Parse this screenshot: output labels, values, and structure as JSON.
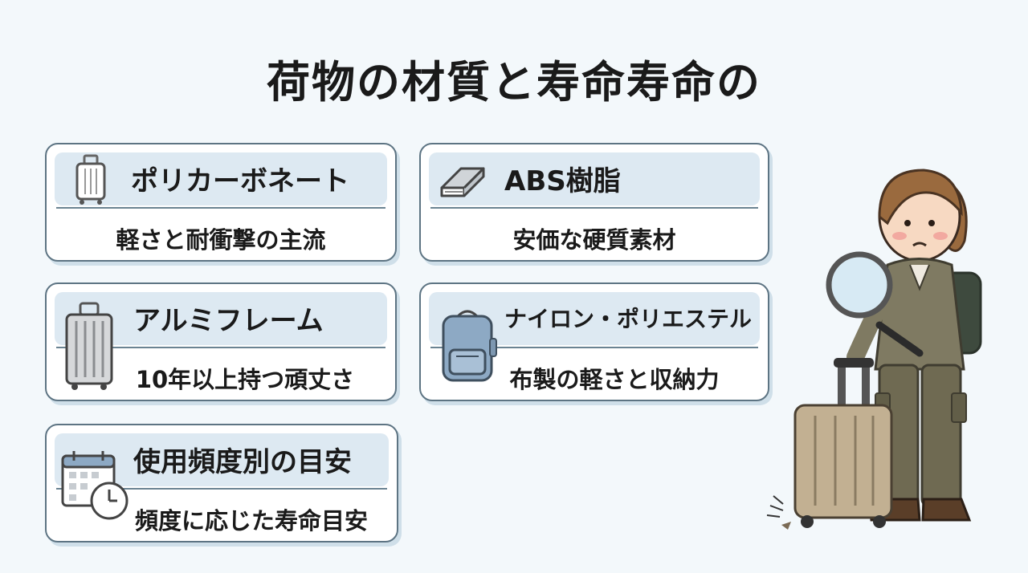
{
  "title": "荷物の材質と寿命寿命の",
  "cards": [
    {
      "heading": "ポリカーボネート",
      "description": "軽さと耐衝撃の主流",
      "icon": "carry-suitcase-icon"
    },
    {
      "heading": "ABS樹脂",
      "description": "安価な硬質素材",
      "icon": "book-icon"
    },
    {
      "heading": "アルミフレーム",
      "description": "10年以上持つ頑丈さ",
      "icon": "aluminum-suitcase-icon"
    },
    {
      "heading": "ナイロン・ポリエステル",
      "description": "布製の軽さと収納力",
      "icon": "backpack-icon"
    },
    {
      "heading": "使用頻度別の目安",
      "description": "頻度に応じた寿命目安",
      "icon": "calendar-clock-icon"
    }
  ],
  "illustration": {
    "icon": "worried-traveler-with-magnifier-illustration"
  },
  "colors": {
    "background": "#f3f8fb",
    "card_header": "#dde9f2",
    "border": "#5d7483",
    "text": "#1a1a1a"
  }
}
